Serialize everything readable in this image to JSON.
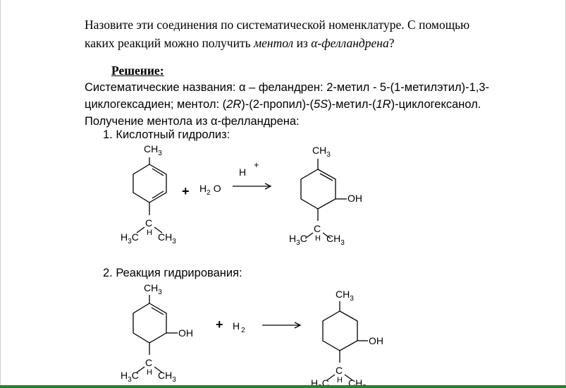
{
  "question": {
    "line1": "Назовите эти соединения по систематической номенклатуре. С помощью",
    "line2_pre": "каких реакций можно получить ",
    "menthol_italic": "ментол",
    "line2_mid": " из ",
    "alpha_italic": "α-фелландрена",
    "line2_end": "?"
  },
  "solution": {
    "heading": "Решение:",
    "names_line1": "Систематические названия: α – феландрен: 2-метил - 5-(1-метилэтил)-1,3-",
    "names_line2_pre": "циклогексадиен; ментол: (",
    "config_2R": "2R",
    "names_line2_mid1": ")-(2-пропил)-(",
    "config_5S": "5S",
    "names_line2_mid2": ")-метил-(",
    "config_1R": "1R",
    "names_line2_end": ")-циклогексанол.",
    "obtain_line": "Получение ментола из α-фелландрена:",
    "step1": "1.  Кислотный гидролиз:",
    "step2": "2.  Реакция гидрирования:"
  },
  "reaction1": {
    "plus": "+",
    "water_H": "H",
    "water_sub": "2",
    "water_O": "O",
    "catalyst": "H",
    "catalyst_charge": "+"
  },
  "reaction2": {
    "plus": "+",
    "h2_H": "H",
    "h2_sub": "2"
  },
  "labels": {
    "ch": "CH",
    "sub3": "3",
    "h3c_H": "H",
    "h3c_C": "C",
    "c": "C",
    "h": "H",
    "oh": "OH"
  }
}
